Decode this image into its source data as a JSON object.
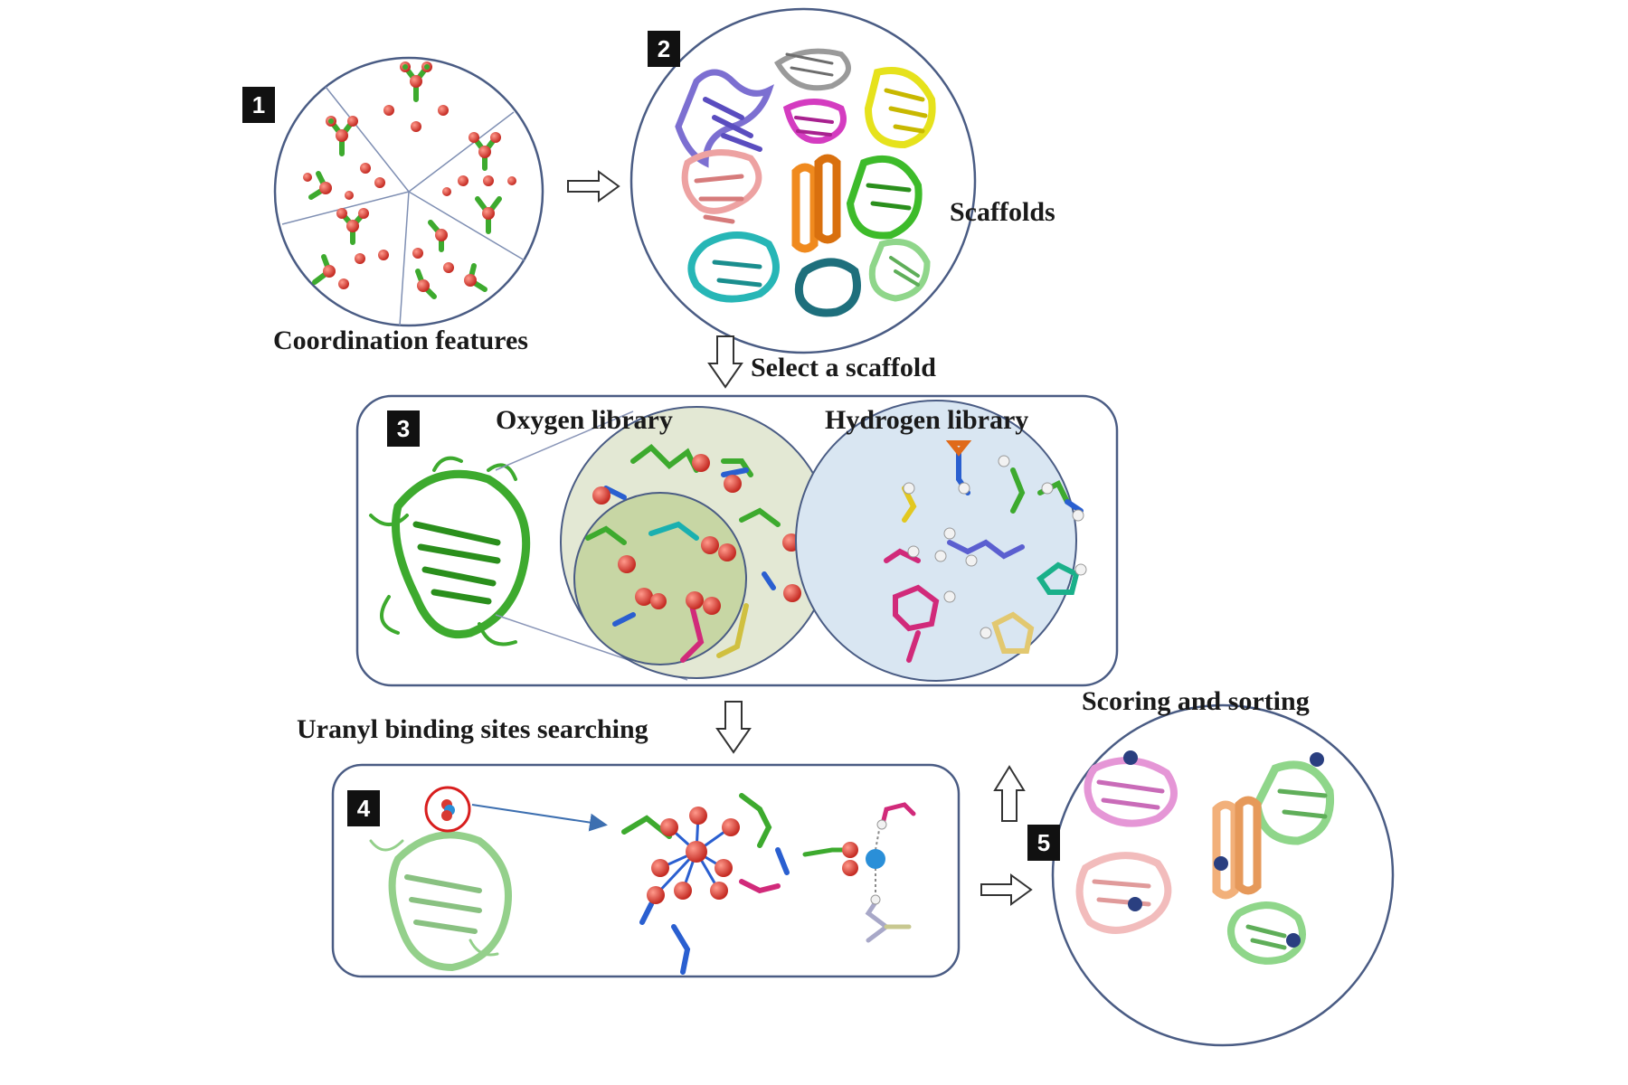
{
  "steps": {
    "s1": {
      "badge": "1",
      "label": "Coordination features"
    },
    "s2": {
      "badge": "2",
      "label": "Scaffolds"
    },
    "s3": {
      "badge": "3",
      "oxygen_label": "Oxygen library",
      "hydrogen_label": "Hydrogen library"
    },
    "s4": {
      "badge": "4"
    },
    "s5": {
      "badge": "5",
      "label": "Scoring and sorting"
    }
  },
  "arrows": {
    "select": "Select a scaffold",
    "search": "Uranyl binding sites searching"
  },
  "colors": {
    "green": "#3daa2e",
    "oxygen": "#d83a32",
    "uranium": "#2a8fd8",
    "outline": "#4a5c84"
  }
}
